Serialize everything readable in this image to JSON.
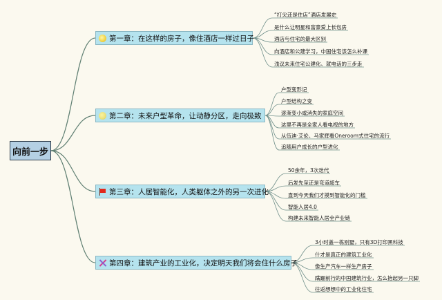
{
  "root": {
    "label": "向前一步"
  },
  "chapters": [
    {
      "label": "第一章：在这样的房子，像住酒店一样过日子",
      "icon": "sun-icon",
      "items": [
        "“打尖还是住店”酒店发展史",
        "是什么让明星和富豪爱上长包房",
        "酒店与住宅的最大区别",
        "向酒店和公建学习，中国住宅该怎么补课",
        "浅议未来住宅公建化、就电话的三步走"
      ]
    },
    {
      "label": "第二章：未来户型革命，让动静分区，走向极致",
      "icon": "moon-icon",
      "items": [
        "户型变形记",
        "户型结构之变",
        "逐渐变小或消失的家庭空间",
        "这里不再是全家人看电视的地方",
        "从伍迪·艾伦、马家辉看Oneroom式住宅的流行",
        "追随用户成长的户型进化"
      ]
    },
    {
      "label": "第三章：人居智能化，人类躯体之外的另一次进化",
      "icon": "flag-icon",
      "items": [
        "50余年，3次迭代",
        "后发先至还是弯道超车",
        "直到今天我们才摸到智能化的门槛",
        "智能人居4.0",
        "构建未来智能人居全产业链"
      ]
    },
    {
      "label": "第四章：建筑产业的工业化，决定明天我们将会住什么房子",
      "icon": "tools-icon",
      "items": [
        "3小时盖一栋别墅，只有3D打印黑科技",
        "什才是真正的建筑工业化",
        "像生产汽车一样生产房子",
        "蹒跚前行的中国建筑行业，怎么抬起另一只脚",
        "往返想想中的工业化住宅"
      ]
    }
  ]
}
